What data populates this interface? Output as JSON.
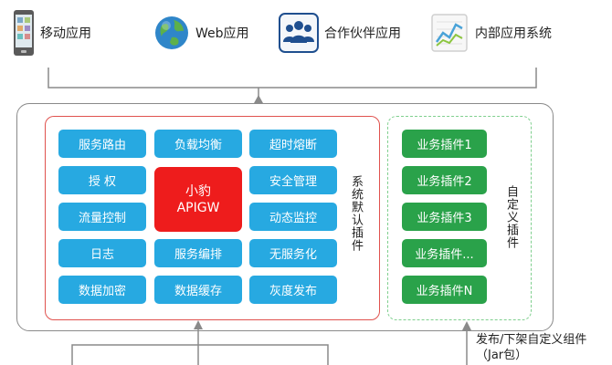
{
  "clients": [
    {
      "label": "移动应用",
      "icon": "mobile-phone-icon"
    },
    {
      "label": "Web应用",
      "icon": "globe-icon"
    },
    {
      "label": "合作伙伴应用",
      "icon": "partner-users-icon"
    },
    {
      "label": "内部应用系统",
      "icon": "analytics-chart-icon"
    }
  ],
  "core": {
    "line1": "小豹",
    "line2": "APIGW"
  },
  "default_plugins": {
    "label": "系统默认插件",
    "col1": [
      "服务路由",
      "授 权",
      "流量控制",
      "日志",
      "数据加密"
    ],
    "col2_top": "负载均衡",
    "col2_bottom": [
      "服务编排",
      "数据缓存"
    ],
    "col3": [
      "超时熔断",
      "安全管理",
      "动态监控",
      "无服务化",
      "灰度发布"
    ]
  },
  "custom_plugins": {
    "label": "自定义插件",
    "items": [
      "业务插件1",
      "业务插件2",
      "业务插件3",
      "业务插件...",
      "业务插件N"
    ]
  },
  "deploy_note": {
    "line1": "发布/下架自定义组件",
    "line2": "（Jar包）"
  },
  "colors": {
    "plugin_blue": "#27a9e1",
    "core_red": "#ee1c1c",
    "custom_green": "#2aa24a",
    "default_border": "#e0524e",
    "custom_border": "#7fcf8e"
  }
}
